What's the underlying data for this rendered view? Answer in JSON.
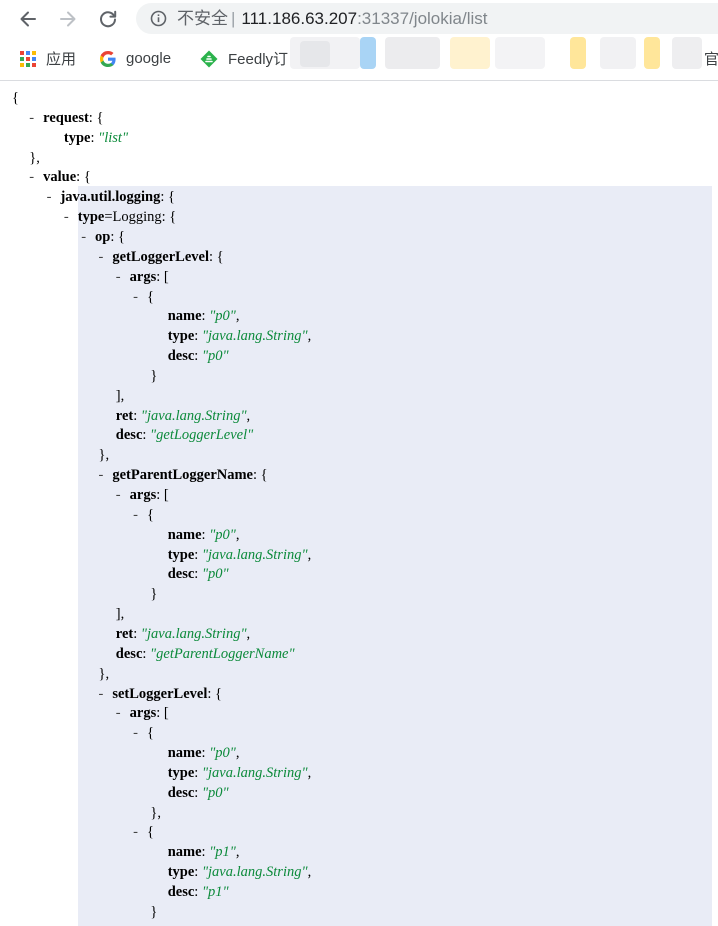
{
  "browser": {
    "security_label": "不安全",
    "url_host": "111.186.63.207",
    "url_rest": ":31337/jolokia/list"
  },
  "bookmarks": {
    "apps": "应用",
    "google": "google",
    "feedly": "Feedly订",
    "right_edge": "官"
  },
  "json_lines": [
    {
      "d": 0,
      "t": false,
      "k": "",
      "v": "",
      "p": "{"
    },
    {
      "d": 1,
      "t": true,
      "k": "request",
      "v": "",
      "p": ": {"
    },
    {
      "d": 3,
      "t": false,
      "k": "type",
      "v": "\"list\"",
      "p": ""
    },
    {
      "d": 1,
      "t": false,
      "k": "",
      "v": "",
      "p": "},"
    },
    {
      "d": 1,
      "t": true,
      "k": "value",
      "v": "",
      "p": ": {"
    },
    {
      "d": 2,
      "t": true,
      "k": "java.util.logging",
      "v": "",
      "p": ": {"
    },
    {
      "d": 3,
      "t": true,
      "k": "type",
      "v": "",
      "p": "=Logging: {"
    },
    {
      "d": 4,
      "t": true,
      "k": "op",
      "v": "",
      "p": ": {"
    },
    {
      "d": 5,
      "t": true,
      "k": "getLoggerLevel",
      "v": "",
      "p": ": {"
    },
    {
      "d": 6,
      "t": true,
      "k": "args",
      "v": "",
      "p": ": ["
    },
    {
      "d": 7,
      "t": true,
      "k": "",
      "v": "",
      "p": "{"
    },
    {
      "d": 9,
      "t": false,
      "k": "name",
      "v": "\"p0\"",
      "p": ","
    },
    {
      "d": 9,
      "t": false,
      "k": "type",
      "v": "\"java.lang.String\"",
      "p": ","
    },
    {
      "d": 9,
      "t": false,
      "k": "desc",
      "v": "\"p0\"",
      "p": ""
    },
    {
      "d": 8,
      "t": false,
      "k": "",
      "v": "",
      "p": "}"
    },
    {
      "d": 6,
      "t": false,
      "k": "",
      "v": "",
      "p": "],"
    },
    {
      "d": 6,
      "t": false,
      "k": "ret",
      "v": "\"java.lang.String\"",
      "p": ","
    },
    {
      "d": 6,
      "t": false,
      "k": "desc",
      "v": "\"getLoggerLevel\"",
      "p": ""
    },
    {
      "d": 5,
      "t": false,
      "k": "",
      "v": "",
      "p": "},"
    },
    {
      "d": 5,
      "t": true,
      "k": "getParentLoggerName",
      "v": "",
      "p": ": {"
    },
    {
      "d": 6,
      "t": true,
      "k": "args",
      "v": "",
      "p": ": ["
    },
    {
      "d": 7,
      "t": true,
      "k": "",
      "v": "",
      "p": "{"
    },
    {
      "d": 9,
      "t": false,
      "k": "name",
      "v": "\"p0\"",
      "p": ","
    },
    {
      "d": 9,
      "t": false,
      "k": "type",
      "v": "\"java.lang.String\"",
      "p": ","
    },
    {
      "d": 9,
      "t": false,
      "k": "desc",
      "v": "\"p0\"",
      "p": ""
    },
    {
      "d": 8,
      "t": false,
      "k": "",
      "v": "",
      "p": "}"
    },
    {
      "d": 6,
      "t": false,
      "k": "",
      "v": "",
      "p": "],"
    },
    {
      "d": 6,
      "t": false,
      "k": "ret",
      "v": "\"java.lang.String\"",
      "p": ","
    },
    {
      "d": 6,
      "t": false,
      "k": "desc",
      "v": "\"getParentLoggerName\"",
      "p": ""
    },
    {
      "d": 5,
      "t": false,
      "k": "",
      "v": "",
      "p": "},"
    },
    {
      "d": 5,
      "t": true,
      "k": "setLoggerLevel",
      "v": "",
      "p": ": {"
    },
    {
      "d": 6,
      "t": true,
      "k": "args",
      "v": "",
      "p": ": ["
    },
    {
      "d": 7,
      "t": true,
      "k": "",
      "v": "",
      "p": "{"
    },
    {
      "d": 9,
      "t": false,
      "k": "name",
      "v": "\"p0\"",
      "p": ","
    },
    {
      "d": 9,
      "t": false,
      "k": "type",
      "v": "\"java.lang.String\"",
      "p": ","
    },
    {
      "d": 9,
      "t": false,
      "k": "desc",
      "v": "\"p0\"",
      "p": ""
    },
    {
      "d": 8,
      "t": false,
      "k": "",
      "v": "",
      "p": "},"
    },
    {
      "d": 7,
      "t": true,
      "k": "",
      "v": "",
      "p": "{"
    },
    {
      "d": 9,
      "t": false,
      "k": "name",
      "v": "\"p1\"",
      "p": ","
    },
    {
      "d": 9,
      "t": false,
      "k": "type",
      "v": "\"java.lang.String\"",
      "p": ","
    },
    {
      "d": 9,
      "t": false,
      "k": "desc",
      "v": "\"p1\"",
      "p": ""
    },
    {
      "d": 8,
      "t": false,
      "k": "",
      "v": "",
      "p": "}"
    },
    {
      "d": 6,
      "t": false,
      "k": "",
      "v": "",
      "p": "],"
    }
  ]
}
